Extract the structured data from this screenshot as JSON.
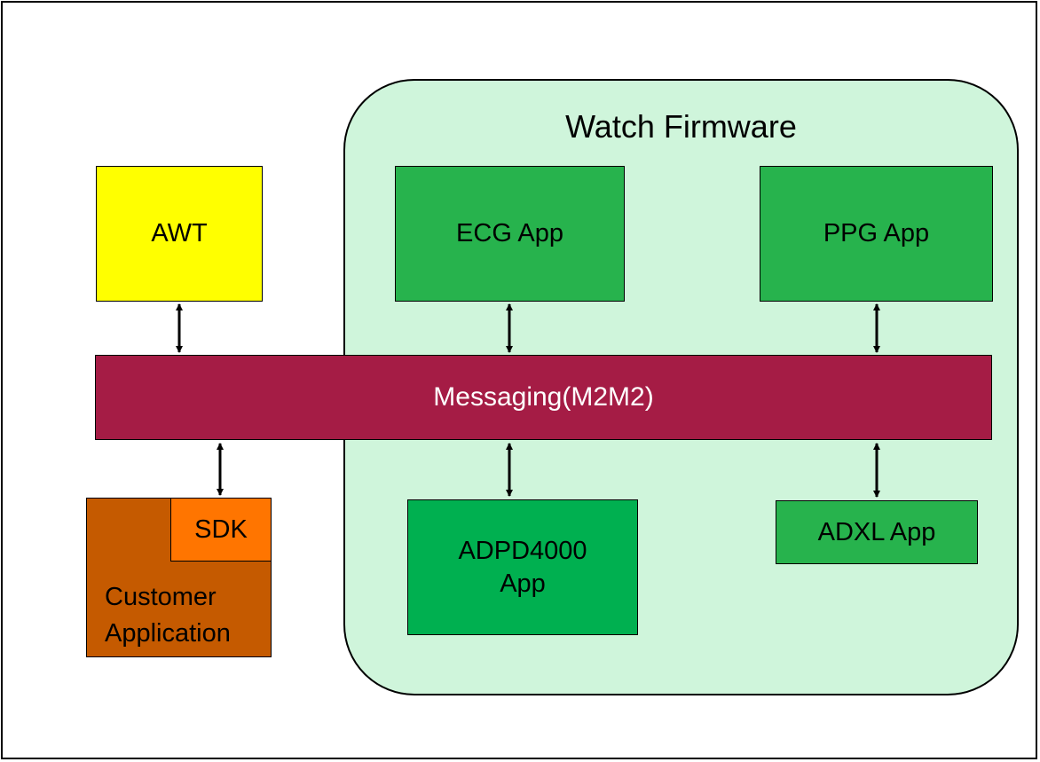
{
  "diagram": {
    "container_title": "Watch Firmware",
    "nodes": {
      "awt": "AWT",
      "ecg_app": "ECG App",
      "ppg_app": "PPG App",
      "messaging": "Messaging(M2M2)",
      "adpd4000_app_line1": "ADPD4000",
      "adpd4000_app_line2": "App",
      "adxl_app": "ADXL App",
      "sdk": "SDK",
      "customer_application_line1": "Customer",
      "customer_application_line2": "Application"
    },
    "colors": {
      "awt": "#ffff00",
      "firmware_background": "#cff5db",
      "app_green": "#27b34d",
      "adpd_green": "#00b050",
      "messaging": "#a51c45",
      "customer": "#c55a00",
      "sdk": "#ff7500"
    },
    "edges": [
      {
        "from": "AWT",
        "to": "Messaging(M2M2)",
        "type": "bidirectional"
      },
      {
        "from": "ECG App",
        "to": "Messaging(M2M2)",
        "type": "bidirectional"
      },
      {
        "from": "PPG App",
        "to": "Messaging(M2M2)",
        "type": "bidirectional"
      },
      {
        "from": "Messaging(M2M2)",
        "to": "SDK",
        "type": "bidirectional"
      },
      {
        "from": "Messaging(M2M2)",
        "to": "ADPD4000 App",
        "type": "bidirectional"
      },
      {
        "from": "Messaging(M2M2)",
        "to": "ADXL App",
        "type": "bidirectional"
      }
    ]
  }
}
